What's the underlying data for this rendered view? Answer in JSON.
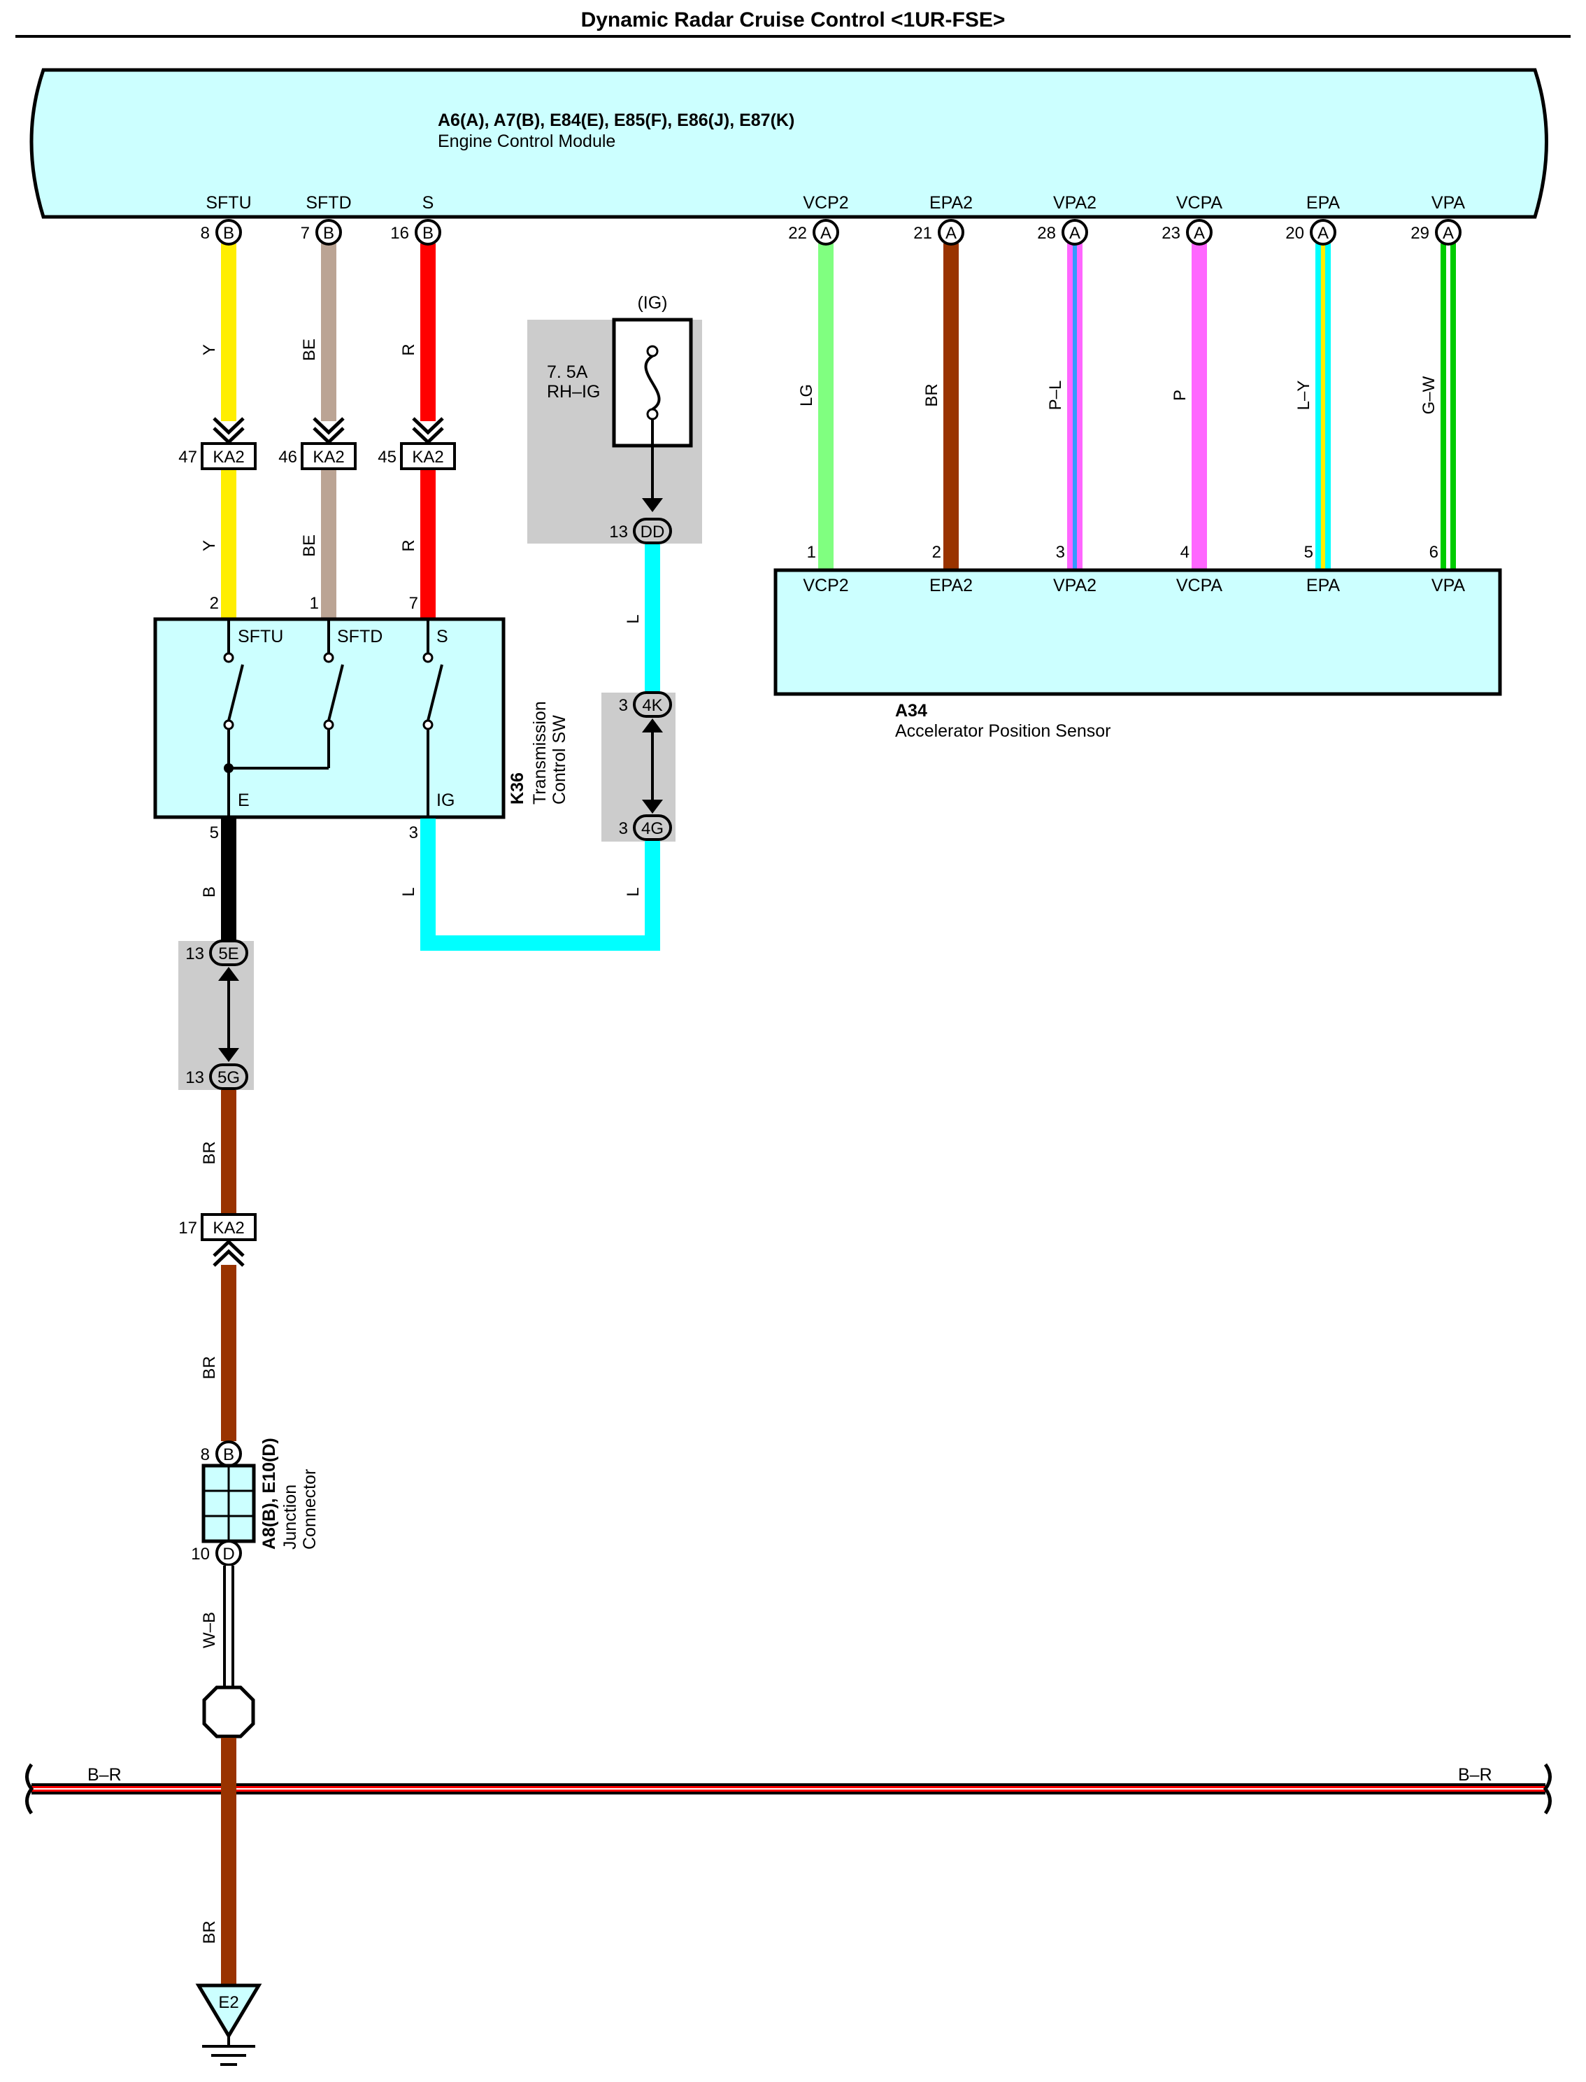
{
  "title": "Dynamic Radar Cruise Control <1UR-FSE>",
  "ecm": {
    "id": "A6(A), A7(B), E84(E), E85(F), E86(J), E87(K)",
    "name": "Engine Control Module",
    "pins": [
      {
        "name": "SFTU",
        "num": "8",
        "conn": "B"
      },
      {
        "name": "SFTD",
        "num": "7",
        "conn": "B"
      },
      {
        "name": "S",
        "num": "16",
        "conn": "B"
      },
      {
        "name": "VCP2",
        "num": "22",
        "conn": "A"
      },
      {
        "name": "EPA2",
        "num": "21",
        "conn": "A"
      },
      {
        "name": "VPA2",
        "num": "28",
        "conn": "A"
      },
      {
        "name": "VCPA",
        "num": "23",
        "conn": "A"
      },
      {
        "name": "EPA",
        "num": "20",
        "conn": "A"
      },
      {
        "name": "VPA",
        "num": "29",
        "conn": "A"
      }
    ]
  },
  "switch_wires": [
    {
      "code_top": "Y",
      "junction_pin": "47",
      "junction": "KA2",
      "code_bottom": "Y",
      "pin": "2",
      "terminal": "SFTU"
    },
    {
      "code_top": "BE",
      "junction_pin": "46",
      "junction": "KA2",
      "code_bottom": "BE",
      "pin": "1",
      "terminal": "SFTD"
    },
    {
      "code_top": "R",
      "junction_pin": "45",
      "junction": "KA2",
      "code_bottom": "R",
      "pin": "7",
      "terminal": "S"
    }
  ],
  "fuse": {
    "supply": "(IG)",
    "rating": "7. 5A",
    "name": "RH–IG",
    "out_pin": "13",
    "out_conn": "DD"
  },
  "ig_circuit": {
    "code1": "L",
    "conn_top_pin": "3",
    "conn_top": "4K",
    "conn_bottom_pin": "3",
    "conn_bottom": "4G",
    "code2": "L",
    "code3": "L"
  },
  "transmission_sw": {
    "id": "K36",
    "name_line1": "Transmission",
    "name_line2": "Control SW",
    "terminal_e": "E",
    "terminal_ig": "IG",
    "pin_e": "5",
    "pin_ig": "3"
  },
  "ground_path": {
    "code_b": "B",
    "conn1_pin": "13",
    "conn1": "5E",
    "conn2_pin": "13",
    "conn2": "5G",
    "code_br1": "BR",
    "junction_pin": "17",
    "junction": "KA2",
    "code_br2": "BR",
    "jc_in_pin": "8",
    "jc_in_conn": "B",
    "jc_out_pin": "10",
    "jc_out_conn": "D",
    "jc_id": "A8(B), E10(D)",
    "jc_name1": "Junction",
    "jc_name2": "Connector",
    "code_wb": "W–B",
    "code_br3": "BR",
    "ground": "E2"
  },
  "bus": {
    "left_label": "B–R",
    "right_label": "B–R"
  },
  "accel_sensor": {
    "id": "A34",
    "name": "Accelerator Position Sensor",
    "wires": [
      {
        "code": "LG",
        "pin": "1",
        "terminal": "VCP2"
      },
      {
        "code": "BR",
        "pin": "2",
        "terminal": "EPA2"
      },
      {
        "code": "P–L",
        "pin": "3",
        "terminal": "VPA2"
      },
      {
        "code": "P",
        "pin": "4",
        "terminal": "VCPA"
      },
      {
        "code": "L–Y",
        "pin": "5",
        "terminal": "EPA"
      },
      {
        "code": "G–W",
        "pin": "6",
        "terminal": "VPA"
      }
    ]
  },
  "colors": {
    "box_fill": "#ccffff",
    "splice_fill": "#cccccc",
    "yellow": "#ffee00",
    "beige": "#bba494",
    "red": "#ff0000",
    "light_blue": "#00ffff",
    "black": "#000000",
    "brown": "#993300",
    "light_green": "#80ff80",
    "pink": "#ff66ff",
    "blue": "#3399ff",
    "green": "#00cc00"
  }
}
